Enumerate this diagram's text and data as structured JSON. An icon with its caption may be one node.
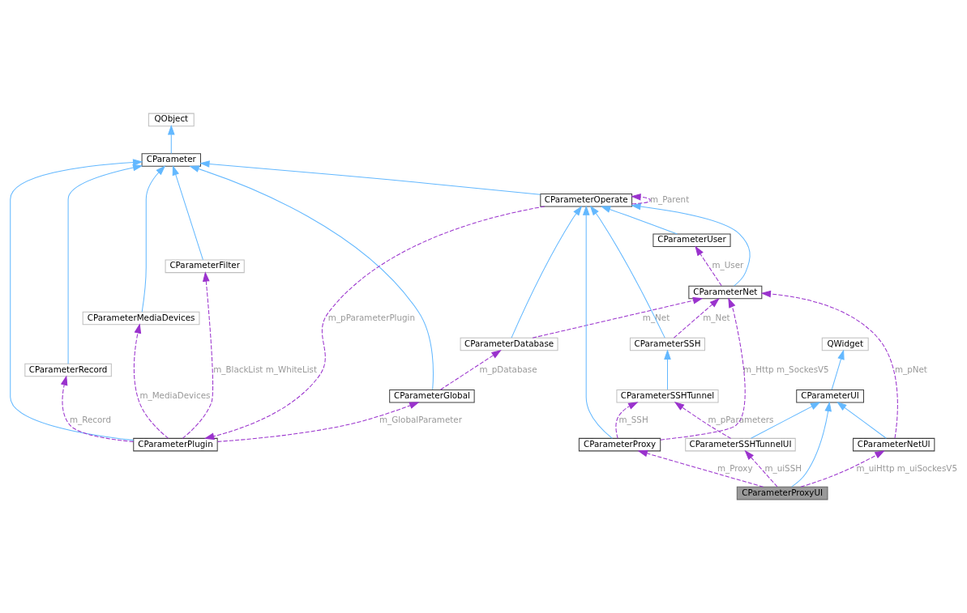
{
  "diagram": {
    "nodes": [
      {
        "text": [
          "QObject"
        ]
      },
      {
        "text": [
          "CParameterNet"
        ]
      },
      {
        "text": [
          "CParameter"
        ]
      },
      {
        "text": [
          "CParameterDatabase"
        ]
      },
      {
        "text": [
          "CParameterRecord"
        ]
      },
      {
        "text": [
          "CParameterMediaDevices"
        ]
      },
      {
        "text": [
          "CParameterFilter"
        ]
      },
      {
        "text": [
          "CParameterGlobal"
        ]
      },
      {
        "text": [
          "CParameterPlugin"
        ]
      },
      {
        "text": [
          "CParameterOperate"
        ]
      },
      {
        "text": [
          "QWidget"
        ]
      },
      {
        "text": [
          "CParameterUser"
        ]
      },
      {
        "text": [
          "CParameterSSH"
        ]
      },
      {
        "text": [
          "CParameterUI"
        ]
      },
      {
        "text": [
          "CParameterSSHTunnel"
        ]
      },
      {
        "text": [
          "CParameterNetUI"
        ]
      },
      {
        "text": [
          "CParameterSSHTunnelUI"
        ]
      },
      {
        "text": [
          "CParameterProxy"
        ]
      },
      {
        "text": [
          "CParameterProxyUI"
        ]
      }
    ],
    "edges": [
      {
        "from": 2,
        "to": 0,
        "arrow": "to"
      },
      {
        "from": 3,
        "to": 1,
        "arrow": "to",
        "label": "m_Net",
        "style": "dashed",
        "color": "#9a32cd"
      },
      {
        "from": 4,
        "to": 2,
        "arrow": "to"
      },
      {
        "from": 5,
        "to": 2,
        "arrow": "to"
      },
      {
        "from": 6,
        "to": 2,
        "arrow": "to"
      },
      {
        "from": 7,
        "to": 2,
        "arrow": "to"
      },
      {
        "from": 8,
        "to": 2,
        "arrow": "to"
      },
      {
        "from": 9,
        "to": 2,
        "arrow": "to"
      },
      {
        "from": 7,
        "to": 3,
        "arrow": "to",
        "label": "m_pDatabase",
        "style": "dashed",
        "color": "#9a32cd"
      },
      {
        "from": 8,
        "to": 4,
        "arrow": "to",
        "label": "m_Record",
        "style": "dashed",
        "color": "#9a32cd"
      },
      {
        "from": 8,
        "to": 5,
        "arrow": "to",
        "label": "m_MediaDevices",
        "style": "dashed",
        "color": "#9a32cd"
      },
      {
        "from": 8,
        "to": 6,
        "arrow": "to",
        "label": "m_BlackList m_WhiteList",
        "style": "dashed",
        "color": "#9a32cd"
      },
      {
        "from": 8,
        "to": 7,
        "arrow": "to",
        "label": "m_GlobalParameter",
        "style": "dashed",
        "color": "#9a32cd"
      },
      {
        "from": 9,
        "to": 8,
        "arrow": "to",
        "label": "m_pParameterPlugin",
        "style": "dashed",
        "color": "#9a32cd"
      },
      {
        "from": 1,
        "to": 9,
        "arrow": "to"
      },
      {
        "from": 3,
        "to": 9,
        "arrow": "to"
      },
      {
        "from": 9,
        "to": 9,
        "arrow": "to",
        "label": "m_Parent",
        "style": "dashed",
        "color": "#9a32cd"
      },
      {
        "from": 11,
        "to": 9,
        "arrow": "to"
      },
      {
        "from": 12,
        "to": 9,
        "arrow": "to"
      },
      {
        "from": 17,
        "to": 9,
        "arrow": "to"
      },
      {
        "from": 1,
        "to": 11,
        "arrow": "to",
        "label": "m_User",
        "style": "dashed",
        "color": "#9a32cd"
      },
      {
        "from": 12,
        "to": 1,
        "arrow": "to",
        "label": "m_Net",
        "style": "dashed",
        "color": "#9a32cd"
      },
      {
        "from": 13,
        "to": 10,
        "arrow": "to"
      },
      {
        "from": 14,
        "to": 12,
        "arrow": "to"
      },
      {
        "from": 15,
        "to": 13,
        "arrow": "to"
      },
      {
        "from": 16,
        "to": 13,
        "arrow": "to"
      },
      {
        "from": 18,
        "to": 13,
        "arrow": "to"
      },
      {
        "from": 15,
        "to": 1,
        "arrow": "to",
        "label": "m_pNet",
        "style": "dashed",
        "color": "#9a32cd"
      },
      {
        "from": 16,
        "to": 14,
        "arrow": "to",
        "label": "m_pParameters",
        "style": "dashed",
        "color": "#9a32cd"
      },
      {
        "from": 17,
        "to": 14,
        "arrow": "to",
        "label": "m_SSH",
        "style": "dashed",
        "color": "#9a32cd"
      },
      {
        "from": 17,
        "to": 1,
        "arrow": "to",
        "label": "m_Http m_SockesV5",
        "style": "dashed",
        "color": "#9a32cd"
      },
      {
        "from": 18,
        "to": 15,
        "arrow": "to",
        "label": "m_uiHttp m_uiSockesV5",
        "style": "dashed",
        "color": "#9a32cd"
      },
      {
        "from": 18,
        "to": 16,
        "arrow": "to",
        "label": "m_uiSSH",
        "style": "dashed",
        "color": "#9a32cd"
      },
      {
        "from": 18,
        "to": 17,
        "arrow": "to",
        "label": "m_Proxy",
        "style": "dashed",
        "color": "#9a32cd"
      }
    ]
  }
}
